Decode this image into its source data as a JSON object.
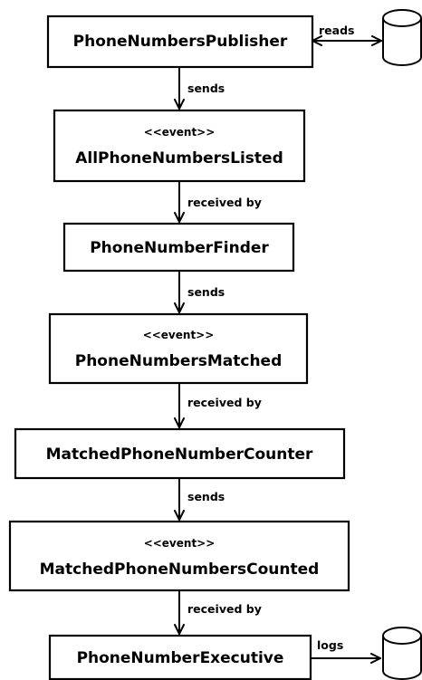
{
  "diagram": {
    "nodes": [
      {
        "id": "publisher",
        "label": "PhoneNumbersPublisher"
      },
      {
        "id": "event1",
        "stereotype": "<<event>>",
        "label": "AllPhoneNumbersListed"
      },
      {
        "id": "finder",
        "label": "PhoneNumberFinder"
      },
      {
        "id": "event2",
        "stereotype": "<<event>>",
        "label": "PhoneNumbersMatched"
      },
      {
        "id": "counter",
        "label": "MatchedPhoneNumberCounter"
      },
      {
        "id": "event3",
        "stereotype": "<<event>>",
        "label": "MatchedPhoneNumbersCounted"
      },
      {
        "id": "executive",
        "label": "PhoneNumberExecutive"
      }
    ],
    "edges": [
      {
        "from": "publisher",
        "to": "event1",
        "label": "sends"
      },
      {
        "from": "event1",
        "to": "finder",
        "label": "received by"
      },
      {
        "from": "finder",
        "to": "event2",
        "label": "sends"
      },
      {
        "from": "event2",
        "to": "counter",
        "label": "received by"
      },
      {
        "from": "counter",
        "to": "event3",
        "label": "sends"
      },
      {
        "from": "event3",
        "to": "executive",
        "label": "received by"
      }
    ],
    "side_edges": [
      {
        "from": "publisher",
        "to": "database-1",
        "label": "reads",
        "bidirectional": true
      },
      {
        "from": "executive",
        "to": "database-2",
        "label": "logs",
        "bidirectional": false
      }
    ],
    "databases": [
      {
        "id": "database-1"
      },
      {
        "id": "database-2"
      }
    ]
  },
  "colors": {
    "stroke": "#000000",
    "fill": "#ffffff"
  }
}
